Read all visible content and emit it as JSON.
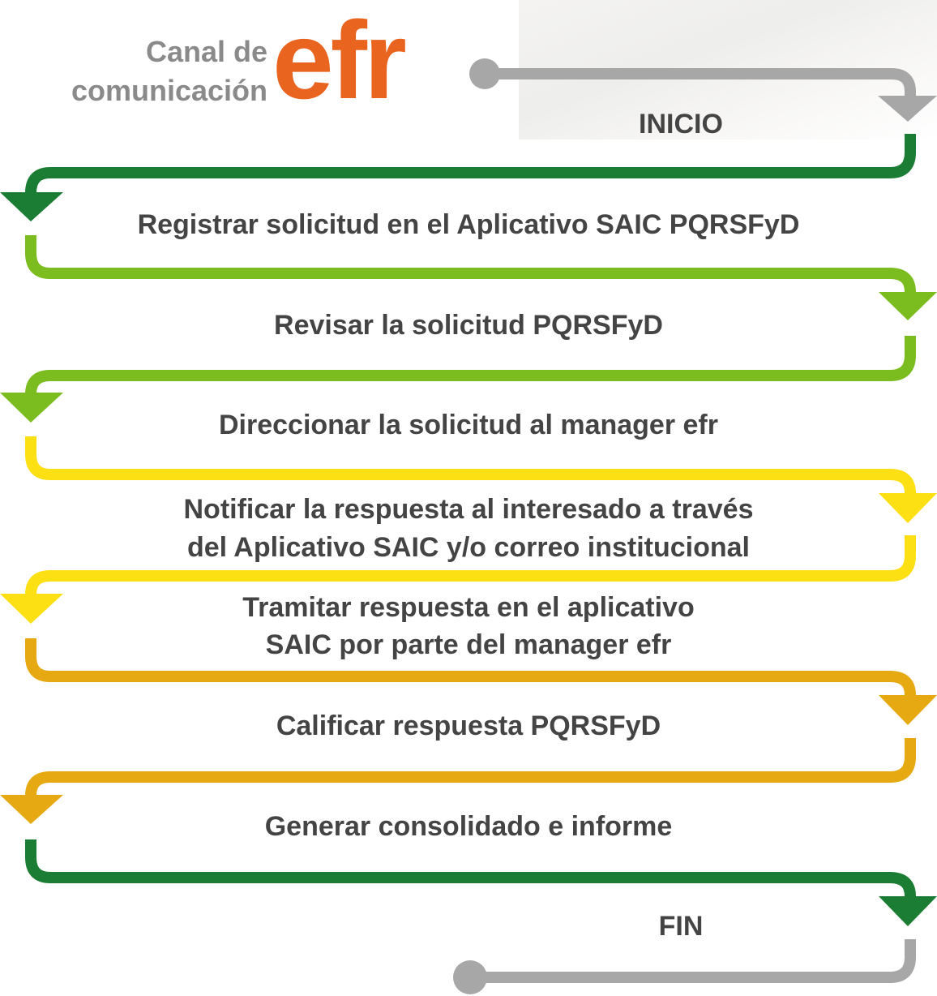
{
  "title": {
    "line1": "Canal de",
    "line2": "comunicación",
    "logo": "efr"
  },
  "colors": {
    "grey": "#a7a7a7",
    "dark_green": "#1b7d33",
    "light_green": "#7bbd1e",
    "yellow": "#fde013",
    "amber": "#e6a912",
    "logo": "#e8641f",
    "text": "#444444"
  },
  "steps": {
    "start": "INICIO",
    "s1": "Registrar solicitud en el Aplicativo SAIC PQRSFyD",
    "s2": "Revisar la solicitud PQRSFyD",
    "s3": "Direccionar la solicitud al manager efr",
    "s4_line1": "Notificar la respuesta al interesado a través",
    "s4_line2": "del Aplicativo SAIC y/o correo institucional",
    "s5_line1": "Tramitar respuesta en el aplicativo",
    "s5_line2": "SAIC por parte del manager efr",
    "s6": "Calificar respuesta PQRSFyD",
    "s7": "Generar consolidado e informe",
    "end": "FIN"
  }
}
